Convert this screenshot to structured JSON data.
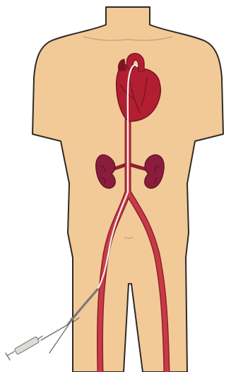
{
  "figure": {
    "subject": "anatomical-illustration",
    "colors": {
      "skin": "#f2ca97",
      "outline": "#2e2a26",
      "heart": "#b21f32",
      "heart_dark": "#7c1424",
      "vessel": "#c83a48",
      "vessel_dark": "#8e1f2b",
      "kidney": "#8a1c3c",
      "kidney_dark": "#5a1026",
      "catheter": "#f3f3ef",
      "syringe": "#dcdcd8"
    },
    "parts": [
      "torso",
      "heart",
      "aorta",
      "left-kidney",
      "right-kidney",
      "iliac-arteries",
      "femoral-arteries",
      "catheter",
      "syringe"
    ]
  }
}
